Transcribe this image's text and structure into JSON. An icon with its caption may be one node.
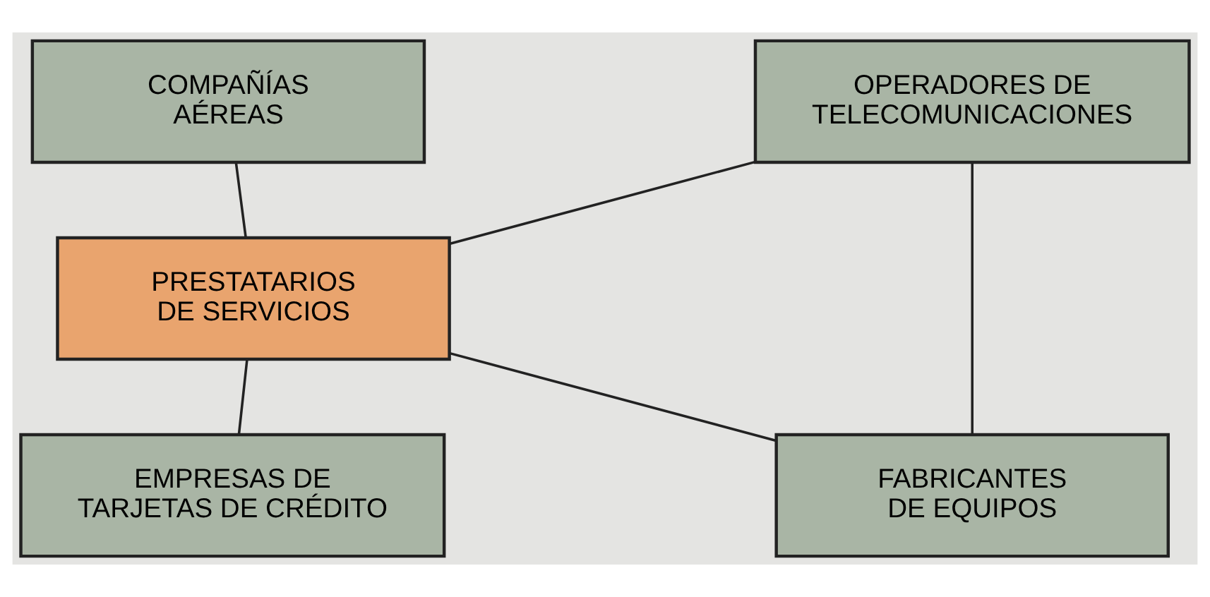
{
  "diagram": {
    "nodes": [
      {
        "text": [
          "OPERADORES DE TELECOMUNICACIONES"
        ]
      },
      {
        "text": [
          "COMPAÑÍAS AÉREAS"
        ]
      },
      {
        "text": [
          "PRESTATARIOS DE SERVICIOS"
        ]
      },
      {
        "text": [
          "FABRICANTES DE EQUIPOS"
        ]
      },
      {
        "text": [
          "EMPRESAS DE TARJETAS DE CRÉDITO"
        ]
      }
    ],
    "edges": [
      {
        "from": 0,
        "to": 2,
        "arrow": "none"
      },
      {
        "from": 1,
        "to": 2,
        "arrow": "none"
      },
      {
        "from": 2,
        "to": 3,
        "arrow": "none"
      },
      {
        "from": 2,
        "to": 4,
        "arrow": "none"
      },
      {
        "from": 0,
        "to": 3,
        "arrow": "none"
      }
    ]
  }
}
